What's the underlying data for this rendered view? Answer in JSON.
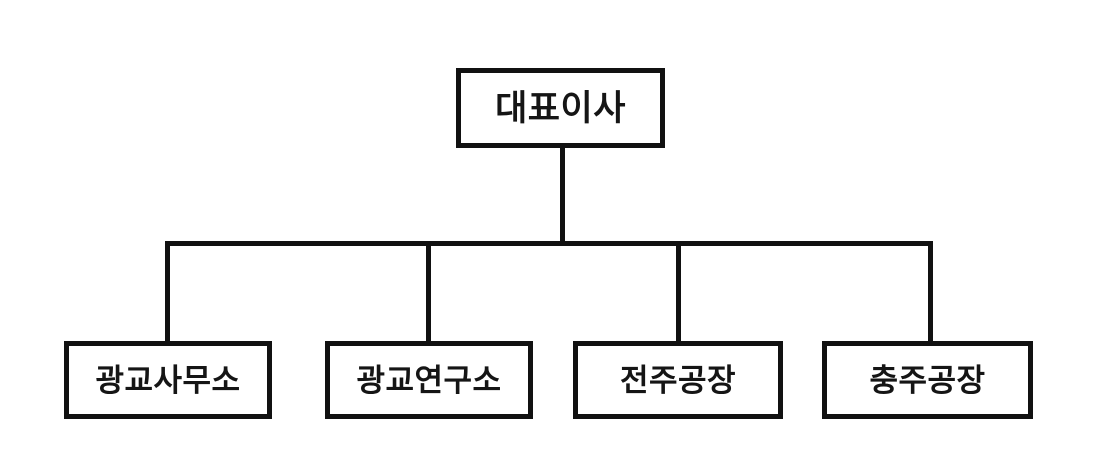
{
  "diagram": {
    "type": "organization-chart",
    "background_color": "#ffffff",
    "line_color": "#111111",
    "text_color": "#151515",
    "root": {
      "label": "대표이사"
    },
    "children": [
      {
        "label": "광교사무소"
      },
      {
        "label": "광교연구소"
      },
      {
        "label": "전주공장"
      },
      {
        "label": "충주공장"
      }
    ]
  }
}
